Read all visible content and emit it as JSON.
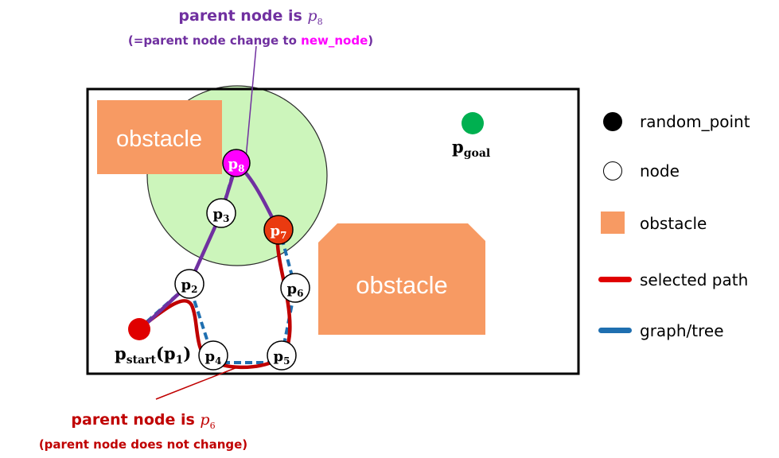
{
  "callouts": {
    "top_line1_text": "parent node is ",
    "top_line1_math": "p",
    "top_line1_sub": "8",
    "top_line2_prefix": "(=parent node change to ",
    "top_line2_highlight": "new_node",
    "top_line2_suffix": ")",
    "bottom_line1_text": "parent node is ",
    "bottom_line1_math": "p",
    "bottom_line1_sub": "6",
    "bottom_line2": "(parent node does not change)"
  },
  "obstacles": {
    "label_1": "obstacle",
    "label_2": "obstacle"
  },
  "goal": {
    "p": "p",
    "sub": "goal"
  },
  "start": {
    "p": "p",
    "sub": "start",
    "paren_open": "(",
    "p1": "p",
    "p1_sub": "1",
    "paren_close": ")"
  },
  "nodes": {
    "p2": {
      "p": "p",
      "sub": "2"
    },
    "p3": {
      "p": "p",
      "sub": "3"
    },
    "p4": {
      "p": "p",
      "sub": "4"
    },
    "p5": {
      "p": "p",
      "sub": "5"
    },
    "p6": {
      "p": "p",
      "sub": "6"
    },
    "p7": {
      "p": "p",
      "sub": "7"
    },
    "p8": {
      "p": "p",
      "sub": "8"
    }
  },
  "legend": {
    "random_point": "random_point",
    "node": "node",
    "obstacle": "obstacle",
    "selected_path": "selected path",
    "graph_tree": "graph/tree"
  },
  "colors": {
    "obstacle": "#f79a63",
    "search_circle": "#ccf5bb",
    "goal": "#00b050",
    "start": "#e00000",
    "p7": "#ea3a10",
    "p8": "#ff00ff",
    "purple_path": "#7030a0",
    "red_path": "#c00000",
    "tree": "#1f6fb0"
  }
}
